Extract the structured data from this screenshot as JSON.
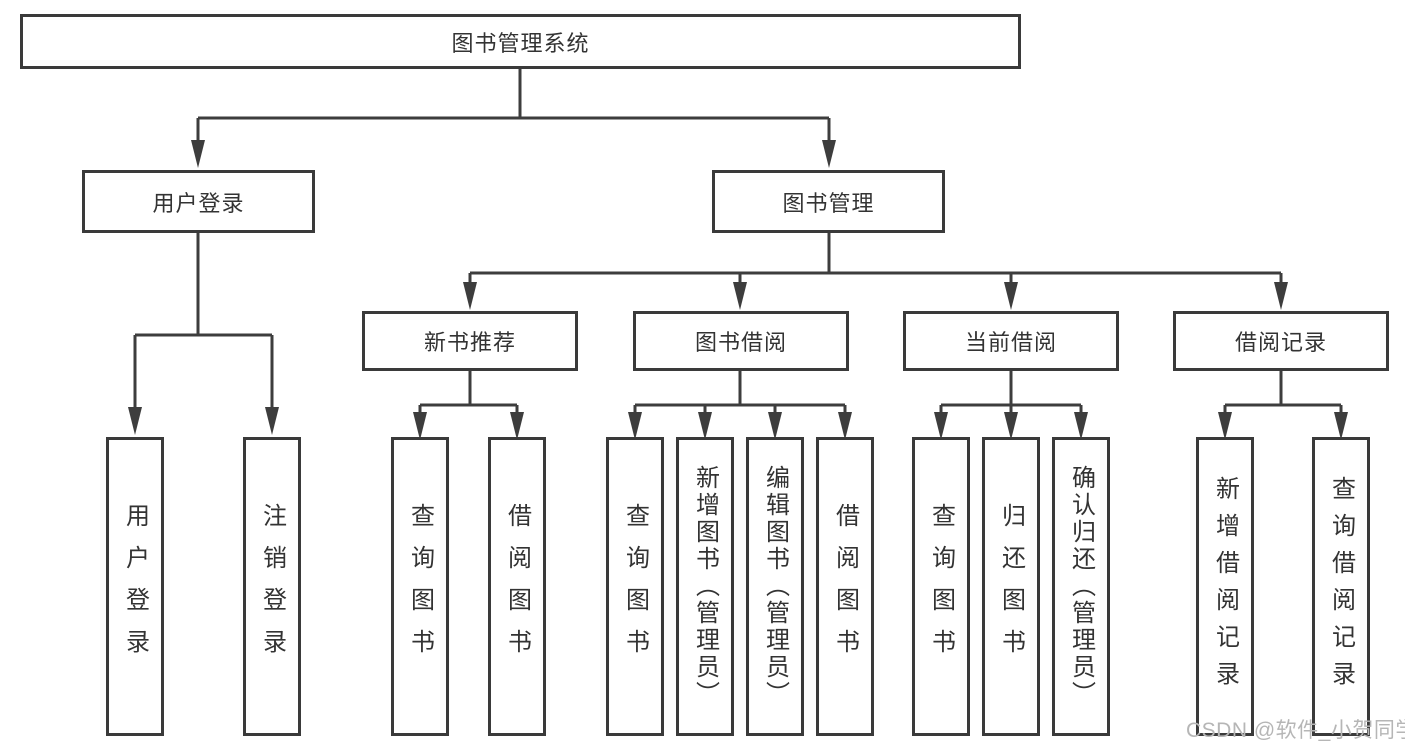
{
  "diagram": {
    "root": {
      "label": "图书管理系统"
    },
    "branches": [
      {
        "label": "用户登录",
        "children": [
          {
            "label": "用户登录"
          },
          {
            "label": "注销登录"
          }
        ]
      },
      {
        "label": "图书管理",
        "sections": [
          {
            "label": "新书推荐",
            "children": [
              {
                "label": "查询图书"
              },
              {
                "label": "借阅图书"
              }
            ]
          },
          {
            "label": "图书借阅",
            "children": [
              {
                "label": "查询图书"
              },
              {
                "label": "新增图书（管理员）"
              },
              {
                "label": "编辑图书（管理员）"
              },
              {
                "label": "借阅图书"
              }
            ]
          },
          {
            "label": "当前借阅",
            "children": [
              {
                "label": "查询图书"
              },
              {
                "label": "归还图书"
              },
              {
                "label": "确认归还（管理员）"
              }
            ]
          },
          {
            "label": "借阅记录",
            "children": [
              {
                "label": "新增借阅记录"
              },
              {
                "label": "查询借阅记录"
              }
            ]
          }
        ]
      }
    ]
  },
  "watermark": {
    "text": "CSDN @软件_小贺同学"
  },
  "colors": {
    "line": "#3d3d3d",
    "box_border": "#3a3a3a",
    "text": "#333333",
    "watermark": "#b6b6b6",
    "background": "#ffffff"
  }
}
